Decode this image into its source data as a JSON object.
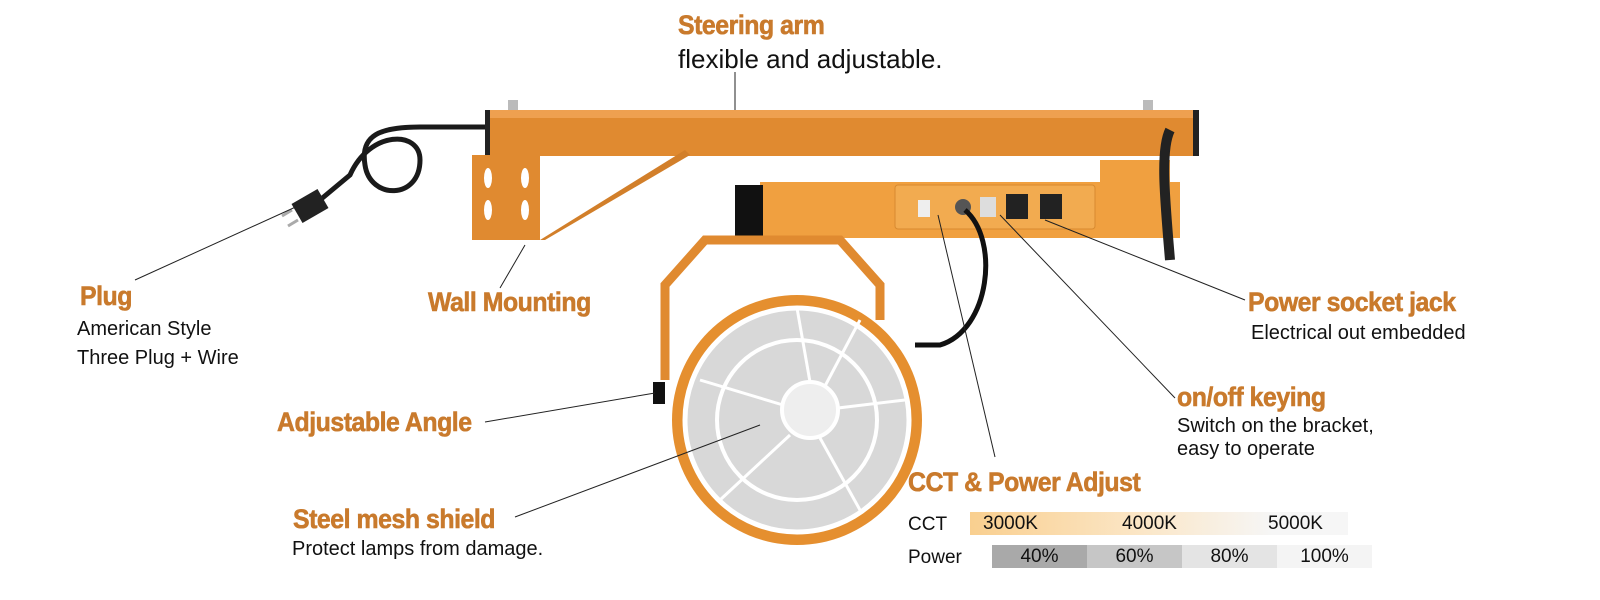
{
  "steering": {
    "title": "Steering arm",
    "desc": "flexible and adjustable."
  },
  "plug": {
    "title": "Plug",
    "line1": "American Style",
    "line2": "Three Plug + Wire"
  },
  "wall": {
    "title": "Wall Mounting"
  },
  "socket": {
    "title": "Power socket jack",
    "desc": "Electrical out embedded"
  },
  "onoff": {
    "title": "on/off keying",
    "line1": "Switch on the bracket,",
    "line2": "easy to operate"
  },
  "angle": {
    "title": "Adjustable Angle"
  },
  "mesh": {
    "title": "Steel mesh shield",
    "desc": "Protect lamps from damage."
  },
  "adjust": {
    "title": "CCT & Power Adjust",
    "cct_label": "CCT",
    "cct_values": [
      "3000K",
      "4000K",
      "5000K"
    ],
    "power_label": "Power",
    "power_values": [
      "40%",
      "60%",
      "80%",
      "100%"
    ]
  },
  "colors": {
    "accent": "#c97a2c",
    "product_orange": "#e58f2f"
  }
}
